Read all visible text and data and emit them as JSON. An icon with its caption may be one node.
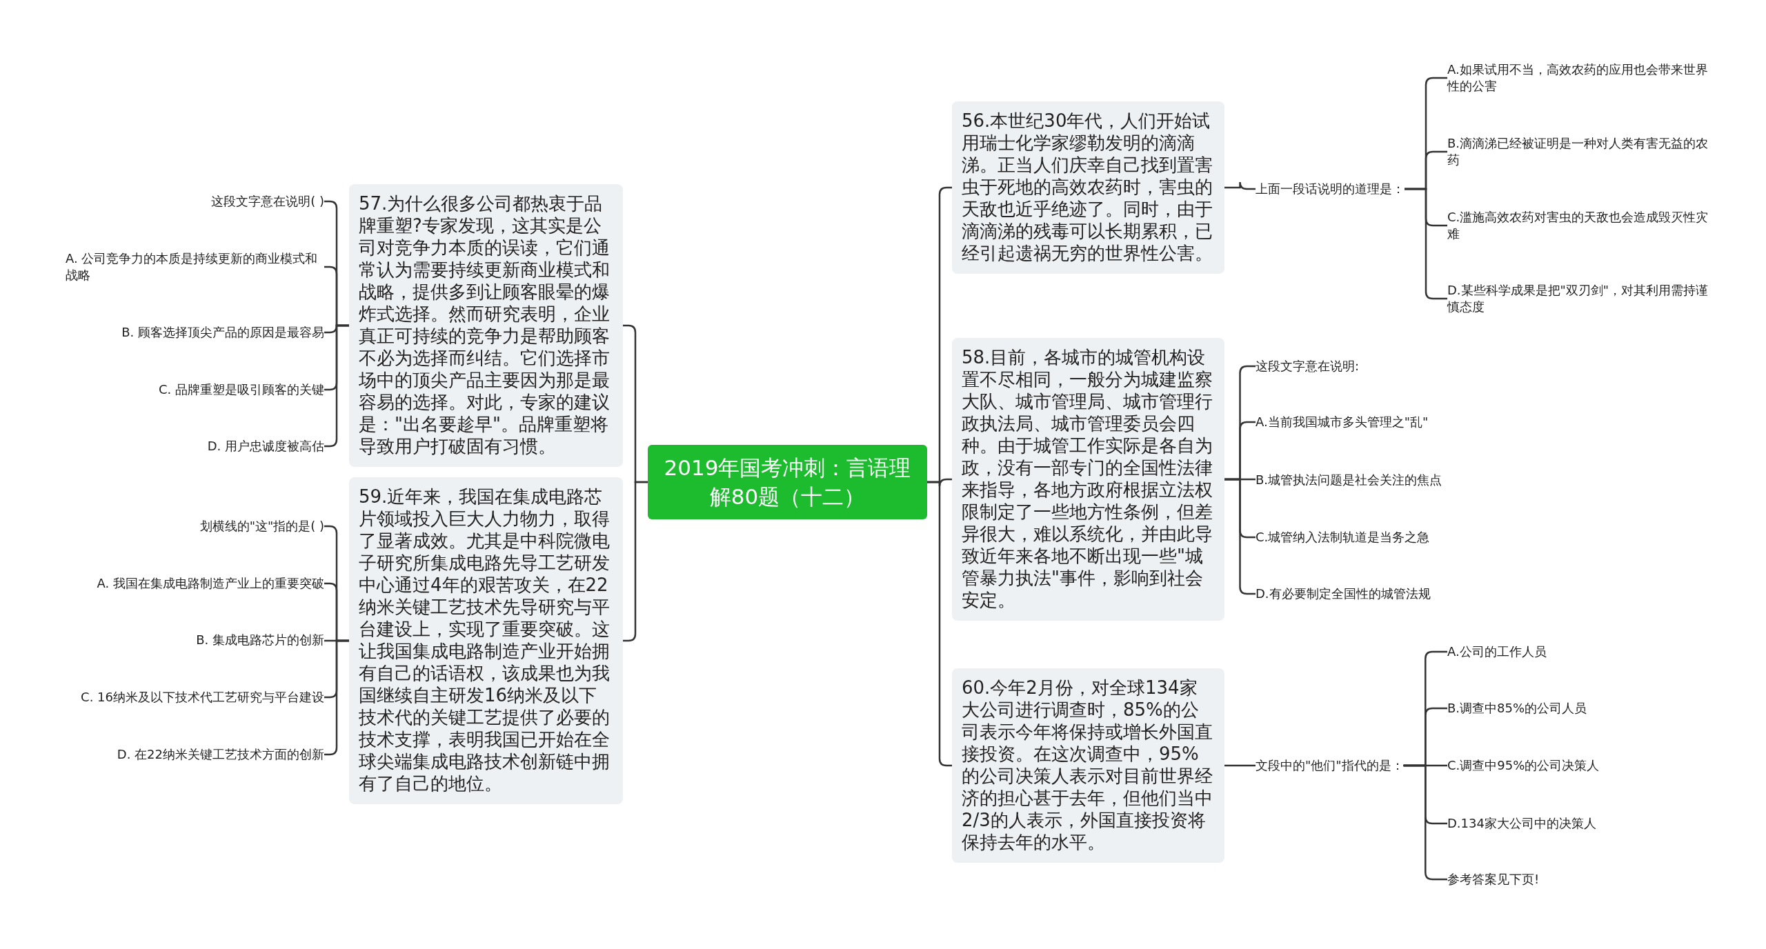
{
  "diagram": {
    "nodes": [
      {
        "text": [
          "2019年国考冲刺：言语理解80题（十二）"
        ]
      },
      {
        "text": [
          "57.为什么很多公司都热衷于品牌重塑?专家发现，这其实是公司对竞争力本质的误读，它们通常认为需要持续更新商业模式和战略，提供多到让顾客眼晕的爆炸式选择。然而研究表明，企业真正可持续的竞争力是帮助顾客不必为选择而纠结。它们选择市场中的顶尖产品主要因为那是最容易的选择。对此，专家的建议是：\"出名要趁早\"。品牌重塑将导致用户打破固有习惯。"
        ]
      },
      {
        "text": [
          "这段文字意在说明( )"
        ]
      },
      {
        "text": [
          "A. 公司竞争力的本质是持续更新的商业模式和战略"
        ]
      },
      {
        "text": [
          "B. 顾客选择顶尖产品的原因是最容易"
        ]
      },
      {
        "text": [
          "C. 品牌重塑是吸引顾客的关键"
        ]
      },
      {
        "text": [
          "D. 用户忠诚度被高估"
        ]
      },
      {
        "text": [
          "59.近年来，我国在集成电路芯片领域投入巨大人力物力，取得了显著成效。尤其是中科院微电子研究所集成电路先导工艺研发中心通过4年的艰苦攻关，在22纳米关键工艺技术先导研究与平台建设上，实现了重要突破。这让我国集成电路制造产业开始拥有自己的话语权，该成果也为我国继续自主研发16纳米及以下技术代的关键工艺提供了必要的技术支撑，表明我国已开始在全球尖端集成电路技术创新链中拥有了自己的地位。"
        ]
      },
      {
        "text": [
          "划横线的\"这\"指的是( )"
        ]
      },
      {
        "text": [
          "A. 我国在集成电路制造产业上的重要突破"
        ]
      },
      {
        "text": [
          "B. 集成电路芯片的创新"
        ]
      },
      {
        "text": [
          "C. 16纳米及以下技术代工艺研究与平台建设"
        ]
      },
      {
        "text": [
          "D. 在22纳米关键工艺技术方面的创新"
        ]
      },
      {
        "text": [
          "56.本世纪30年代，人们开始试用瑞士化学家缪勒发明的滴滴涕。正当人们庆幸自己找到置害虫于死地的高效农药时，害虫的天敌也近乎绝迹了。同时，由于滴滴涕的残毒可以长期累积，已经引起遗祸无穷的世界性公害。"
        ]
      },
      {
        "text": [
          "上面一段话说明的道理是："
        ]
      },
      {
        "text": [
          "A.如果试用不当，高效农药的应用也会带来世界性的公害"
        ]
      },
      {
        "text": [
          "B.滴滴涕已经被证明是一种对人类有害无益的农药"
        ]
      },
      {
        "text": [
          "C.滥施高效农药对害虫的天敌也会造成毁灭性灾难"
        ]
      },
      {
        "text": [
          "D.某些科学成果是把\"双刃剑\"，对其利用需持谨慎态度"
        ]
      },
      {
        "text": [
          "58.目前，各城市的城管机构设置不尽相同，一般分为城建监察大队、城市管理局、城市管理行政执法局、城市管理委员会四种。由于城管工作实际是各自为政，没有一部专门的全国性法律来指导，各地方政府根据立法权限制定了一些地方性条例，但差异很大，难以系统化，并由此导致近年来各地不断出现一些\"城管暴力执法\"事件，影响到社会安定。"
        ]
      },
      {
        "text": [
          "这段文字意在说明:"
        ]
      },
      {
        "text": [
          "A.当前我国城市多头管理之\"乱\""
        ]
      },
      {
        "text": [
          "B.城管执法问题是社会关注的焦点"
        ]
      },
      {
        "text": [
          "C.城管纳入法制轨道是当务之急"
        ]
      },
      {
        "text": [
          "D.有必要制定全国性的城管法规"
        ]
      },
      {
        "text": [
          "60.今年2月份，对全球134家大公司进行调查时，85%的公司表示今年将保持或增长外国直接投资。在这次调查中，95%的公司决策人表示对目前世界经济的担心甚于去年，但他们当中2/3的人表示，外国直接投资将保持去年的水平。"
        ]
      },
      {
        "text": [
          "文段中的\"他们\"指代的是："
        ]
      },
      {
        "text": [
          "A.公司的工作人员"
        ]
      },
      {
        "text": [
          "B.调查中85%的公司人员"
        ]
      },
      {
        "text": [
          "C.调查中95%的公司决策人"
        ]
      },
      {
        "text": [
          "D.134家大公司中的决策人"
        ]
      },
      {
        "text": [
          "参考答案见下页!"
        ]
      }
    ],
    "edges": [
      {
        "from": 0,
        "to": 1,
        "arrow": "none"
      },
      {
        "from": 1,
        "to": 2,
        "arrow": "none"
      },
      {
        "from": 1,
        "to": 3,
        "arrow": "none"
      },
      {
        "from": 1,
        "to": 4,
        "arrow": "none"
      },
      {
        "from": 1,
        "to": 5,
        "arrow": "none"
      },
      {
        "from": 1,
        "to": 6,
        "arrow": "none"
      },
      {
        "from": 0,
        "to": 7,
        "arrow": "none"
      },
      {
        "from": 7,
        "to": 8,
        "arrow": "none"
      },
      {
        "from": 7,
        "to": 9,
        "arrow": "none"
      },
      {
        "from": 7,
        "to": 10,
        "arrow": "none"
      },
      {
        "from": 7,
        "to": 11,
        "arrow": "none"
      },
      {
        "from": 7,
        "to": 12,
        "arrow": "none"
      },
      {
        "from": 0,
        "to": 13,
        "arrow": "none"
      },
      {
        "from": 13,
        "to": 14,
        "arrow": "none"
      },
      {
        "from": 14,
        "to": 15,
        "arrow": "none"
      },
      {
        "from": 14,
        "to": 16,
        "arrow": "none"
      },
      {
        "from": 14,
        "to": 17,
        "arrow": "none"
      },
      {
        "from": 14,
        "to": 18,
        "arrow": "none"
      },
      {
        "from": 0,
        "to": 19,
        "arrow": "none"
      },
      {
        "from": 19,
        "to": 20,
        "arrow": "none"
      },
      {
        "from": 19,
        "to": 21,
        "arrow": "none"
      },
      {
        "from": 19,
        "to": 22,
        "arrow": "none"
      },
      {
        "from": 19,
        "to": 23,
        "arrow": "none"
      },
      {
        "from": 19,
        "to": 24,
        "arrow": "none"
      },
      {
        "from": 0,
        "to": 25,
        "arrow": "none"
      },
      {
        "from": 25,
        "to": 26,
        "arrow": "none"
      },
      {
        "from": 26,
        "to": 27,
        "arrow": "none"
      },
      {
        "from": 26,
        "to": 28,
        "arrow": "none"
      },
      {
        "from": 26,
        "to": 29,
        "arrow": "none"
      },
      {
        "from": 26,
        "to": 30,
        "arrow": "none"
      },
      {
        "from": 26,
        "to": 31,
        "arrow": "none"
      }
    ]
  }
}
